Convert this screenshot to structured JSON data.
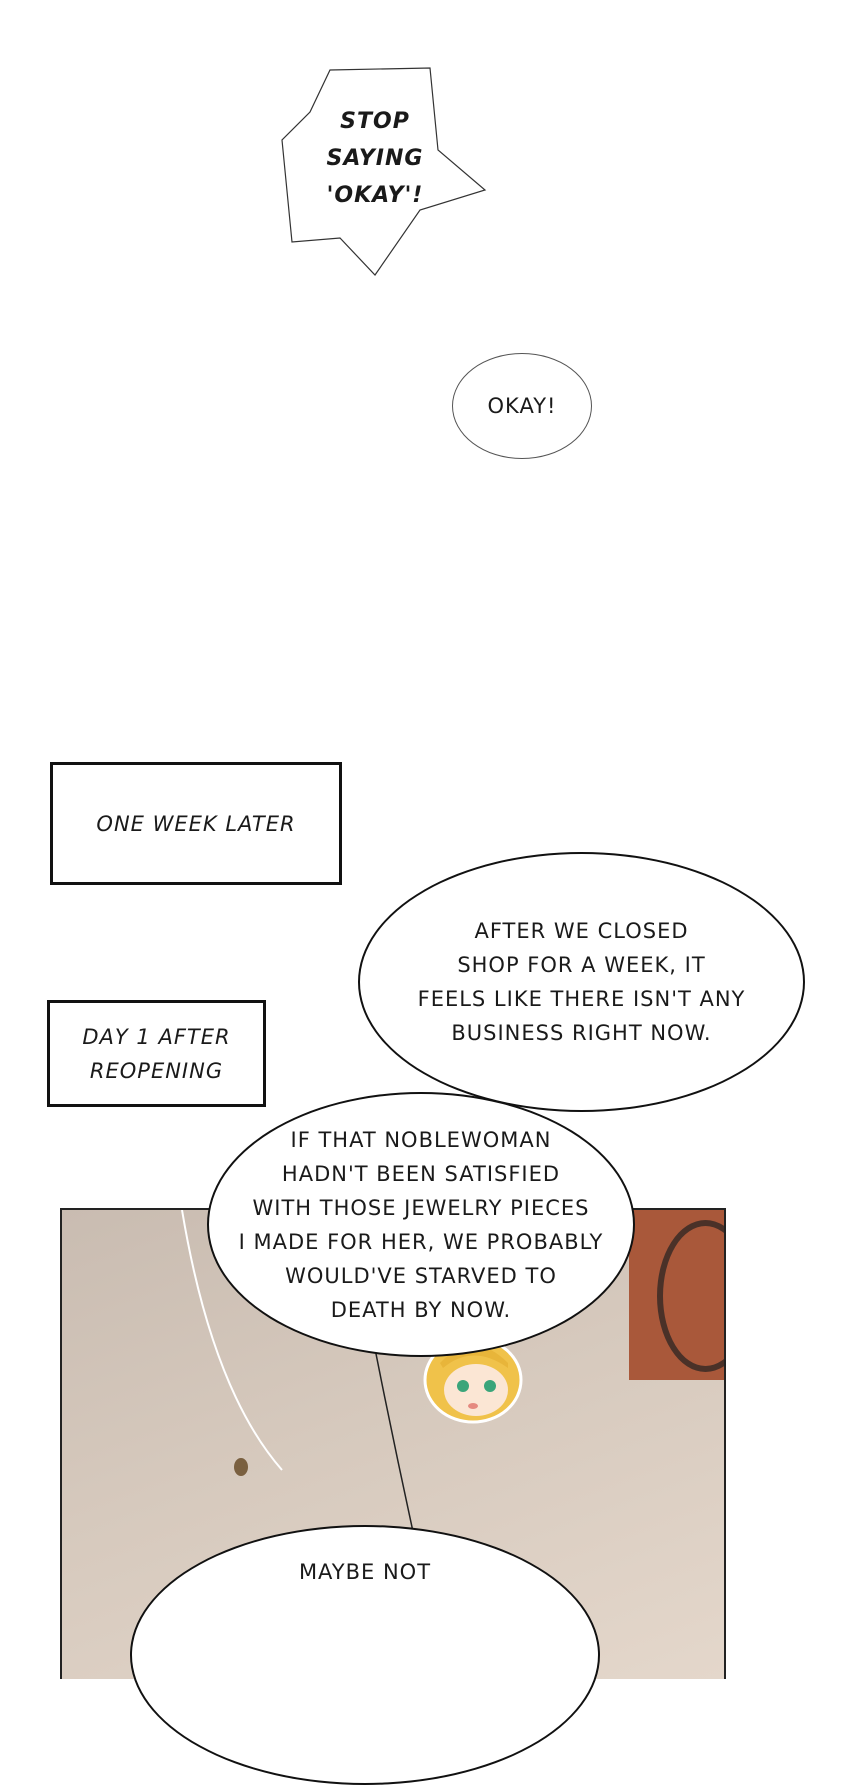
{
  "bubbles": {
    "stop_saying": "Stop\nsaying\n'okay'!",
    "okay": "Okay!",
    "after_closed": "After we closed\nshop for a week, it\nfeels like there isn't any\nbusiness right now.",
    "noblewoman": "If that noblewoman\nhadn't been satisfied\nwith those jewelry pieces\nI made for her, we probably\nwould've starved to\ndeath by now.",
    "maybe_not": "Maybe not"
  },
  "captions": {
    "one_week_later": "One week later",
    "day_1": "Day 1 after\nreopening"
  },
  "colors": {
    "floor": "#cbbdb0",
    "bow": "#9b1b1b",
    "hair": "#f0c24a",
    "eyes": "#3aa57a"
  }
}
